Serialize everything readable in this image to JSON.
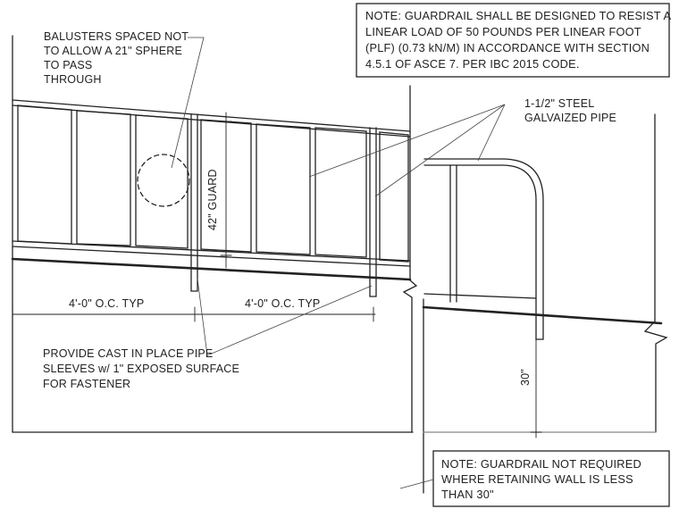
{
  "labels": {
    "balusters": [
      "BALUSTERS SPACED NOT",
      "TO ALLOW A 21\" SPHERE",
      "TO PASS",
      "THROUGH"
    ],
    "guard": "42\" GUARD",
    "pipe": [
      "1-1/2\" STEEL",
      "GALVAIZED PIPE"
    ],
    "dim_left": "4'-0\" O.C. TYP",
    "dim_right": "4'-0\" O.C. TYP",
    "sleeves": [
      "PROVIDE CAST IN PLACE PIPE",
      "SLEEVES w/ 1\" EXPOSED SURFACE",
      "FOR FASTENER"
    ],
    "height30": "30\""
  },
  "notes": {
    "top": [
      "NOTE: GUARDRAIL SHALL BE DESIGNED TO RESIST A",
      "LINEAR LOAD OF 50 POUNDS PER LINEAR FOOT",
      "(PLF) (0.73 kN/M) IN ACCORDANCE WITH SECTION",
      "4.5.1 OF ASCE 7. PER IBC 2015 CODE."
    ],
    "bottom": [
      "NOTE: GUARDRAIL NOT REQUIRED",
      "WHERE RETAINING WALL IS LESS",
      "THAN 30\""
    ]
  }
}
